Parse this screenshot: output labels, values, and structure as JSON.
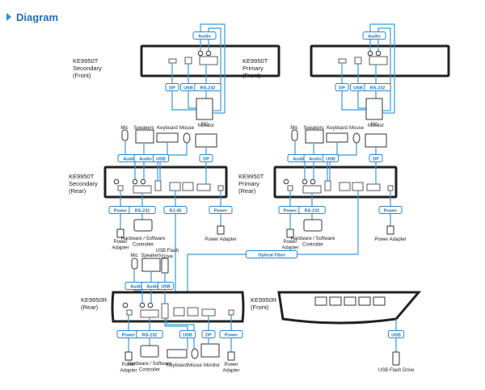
{
  "header": {
    "title": "Diagram"
  },
  "devices": {
    "secondary_front": "KE9950T\nSecondary\n(Front)",
    "primary_front": "KE9950T\nPrimary\n(Front)",
    "secondary_rear": "KE9950T\nSecondary\n(Rear)",
    "primary_rear": "KE9950T\nPrimary\n(Rear)",
    "receiver_rear": "KE9950R\n(Rear)",
    "receiver_front": "KE9950R\n(Front)"
  },
  "tags": {
    "audio": "Audio",
    "usb": "USB",
    "dp": "DP",
    "rs232": "RS-232",
    "power": "Power",
    "rj45": "RJ-45",
    "optical": "Optical Fiber"
  },
  "peripherals": {
    "pc": "PC",
    "mic": "Mic",
    "speakers": "Speakers",
    "keyboard": "Keyboard",
    "mouse": "Mouse",
    "monitor": "Monitor",
    "power_adapter": "Power Adapter",
    "power_adapter_2": "Power\nAdapter",
    "hw_sw": "Hardware / Software\nController",
    "usb_flash_drive": "USB Flash\nDrive",
    "usb_flash_drive_1": "USB Flash Drive"
  },
  "colors": {
    "cable": "#3a9ad9",
    "tag_bg": "#2e86c9",
    "device": "#3a3a3a"
  }
}
